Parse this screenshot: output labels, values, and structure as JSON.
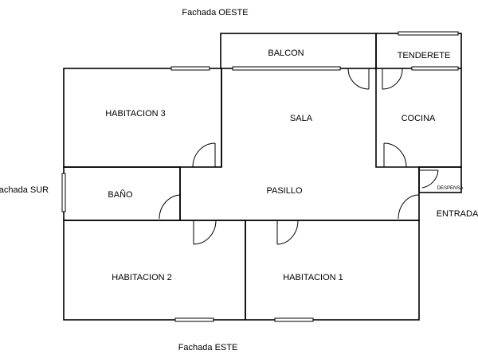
{
  "facades": {
    "west": "Fachada OESTE",
    "south": "Fachada SUR",
    "east": "Fachada ESTE"
  },
  "entrance": "ENTRADA",
  "rooms": {
    "balcon": "BALCON",
    "tenderete": "TENDERETE",
    "habitacion3": "HABITACION 3",
    "sala": "SALA",
    "cocina": "COCINA",
    "bano": "BAÑO",
    "pasillo": "PASILLO",
    "despensa": "DESPENSA",
    "habitacion2": "HABITACION 2",
    "habitacion1": "HABITACION 1"
  }
}
